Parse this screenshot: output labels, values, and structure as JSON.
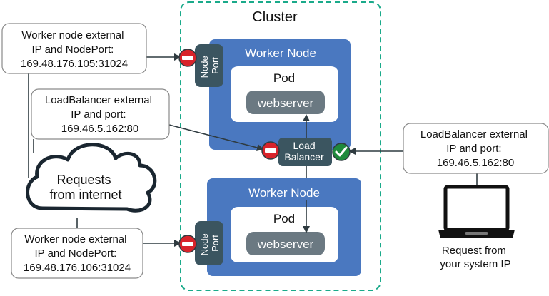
{
  "cluster": {
    "title": "Cluster"
  },
  "worker_nodes": [
    {
      "title": "Worker Node",
      "pod_label": "Pod",
      "service": "webserver",
      "port_line1": "Node",
      "port_line2": "Port"
    },
    {
      "title": "Worker Node",
      "pod_label": "Pod",
      "service": "webserver",
      "port_line1": "Node",
      "port_line2": "Port"
    }
  ],
  "load_balancer": {
    "line1": "Load",
    "line2": "Balancer"
  },
  "cloud": {
    "line1": "Requests",
    "line2": "from internet"
  },
  "callouts": {
    "node1": {
      "line1": "Worker node external",
      "line2": "IP and NodePort:",
      "line3": "169.48.176.105:31024"
    },
    "lb_internet": {
      "line1": "LoadBalancer external",
      "line2": "IP and port:",
      "line3": "169.46.5.162:80"
    },
    "lb_user": {
      "line1": "LoadBalancer external",
      "line2": "IP and port:",
      "line3": "169.46.5.162:80"
    },
    "node2": {
      "line1": "Worker node external",
      "line2": "IP and NodePort:",
      "line3": "169.48.176.106:31024"
    }
  },
  "user": {
    "line1": "Request from",
    "line2": "your system IP"
  },
  "colors": {
    "cluster_border": "#1aaa8a",
    "worker_node": "#4a78c0",
    "component_dark": "#3b5560",
    "webserver": "#6b7982",
    "blocked": "#d8232a",
    "allowed": "#1e8a3c"
  },
  "icons": [
    "blocked-icon",
    "allowed-check-icon",
    "cloud-icon",
    "laptop-icon"
  ]
}
